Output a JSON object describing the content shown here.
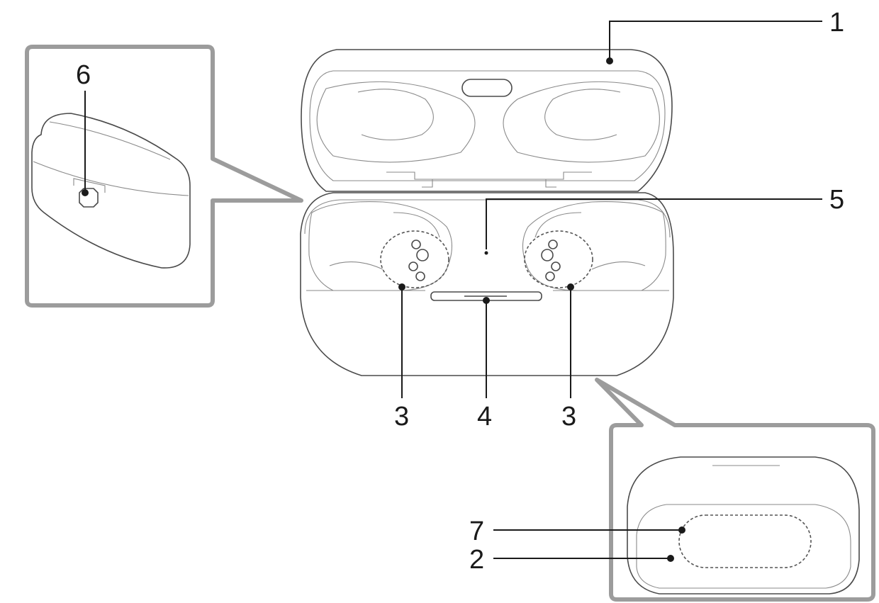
{
  "callouts": {
    "lid": "1",
    "bottom_area": "2",
    "charging_contact_left": "3",
    "charging_contact_right": "3",
    "indicator_front": "4",
    "sensor": "5",
    "usb_port": "6",
    "nfc_area": "7"
  },
  "colors": {
    "line": "#4a4a4a",
    "inset_frame": "#9c9c9c",
    "text": "#1a1a1a",
    "background": "#ffffff"
  }
}
